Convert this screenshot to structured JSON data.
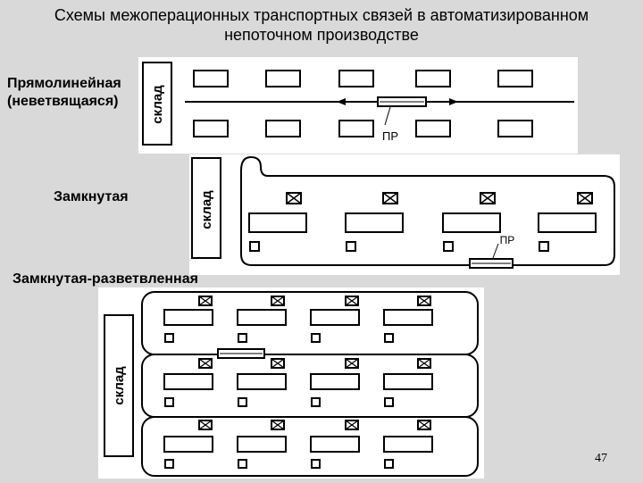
{
  "title": {
    "line1": "Схемы межоперационных транспортных связей в автоматизированном",
    "line2": "непоточном производстве"
  },
  "schemes": {
    "linear": {
      "label_line1": "Прямолинейная",
      "label_line2": "(неветвящаяся)",
      "warehouse": "склад",
      "robot": "ПР"
    },
    "closed": {
      "label": "Замкнутая",
      "warehouse": "склад",
      "robot": "ПР"
    },
    "closed_branched": {
      "label": "Замкнутая-разветвленная",
      "warehouse": "склад"
    }
  },
  "slide_number": "47"
}
